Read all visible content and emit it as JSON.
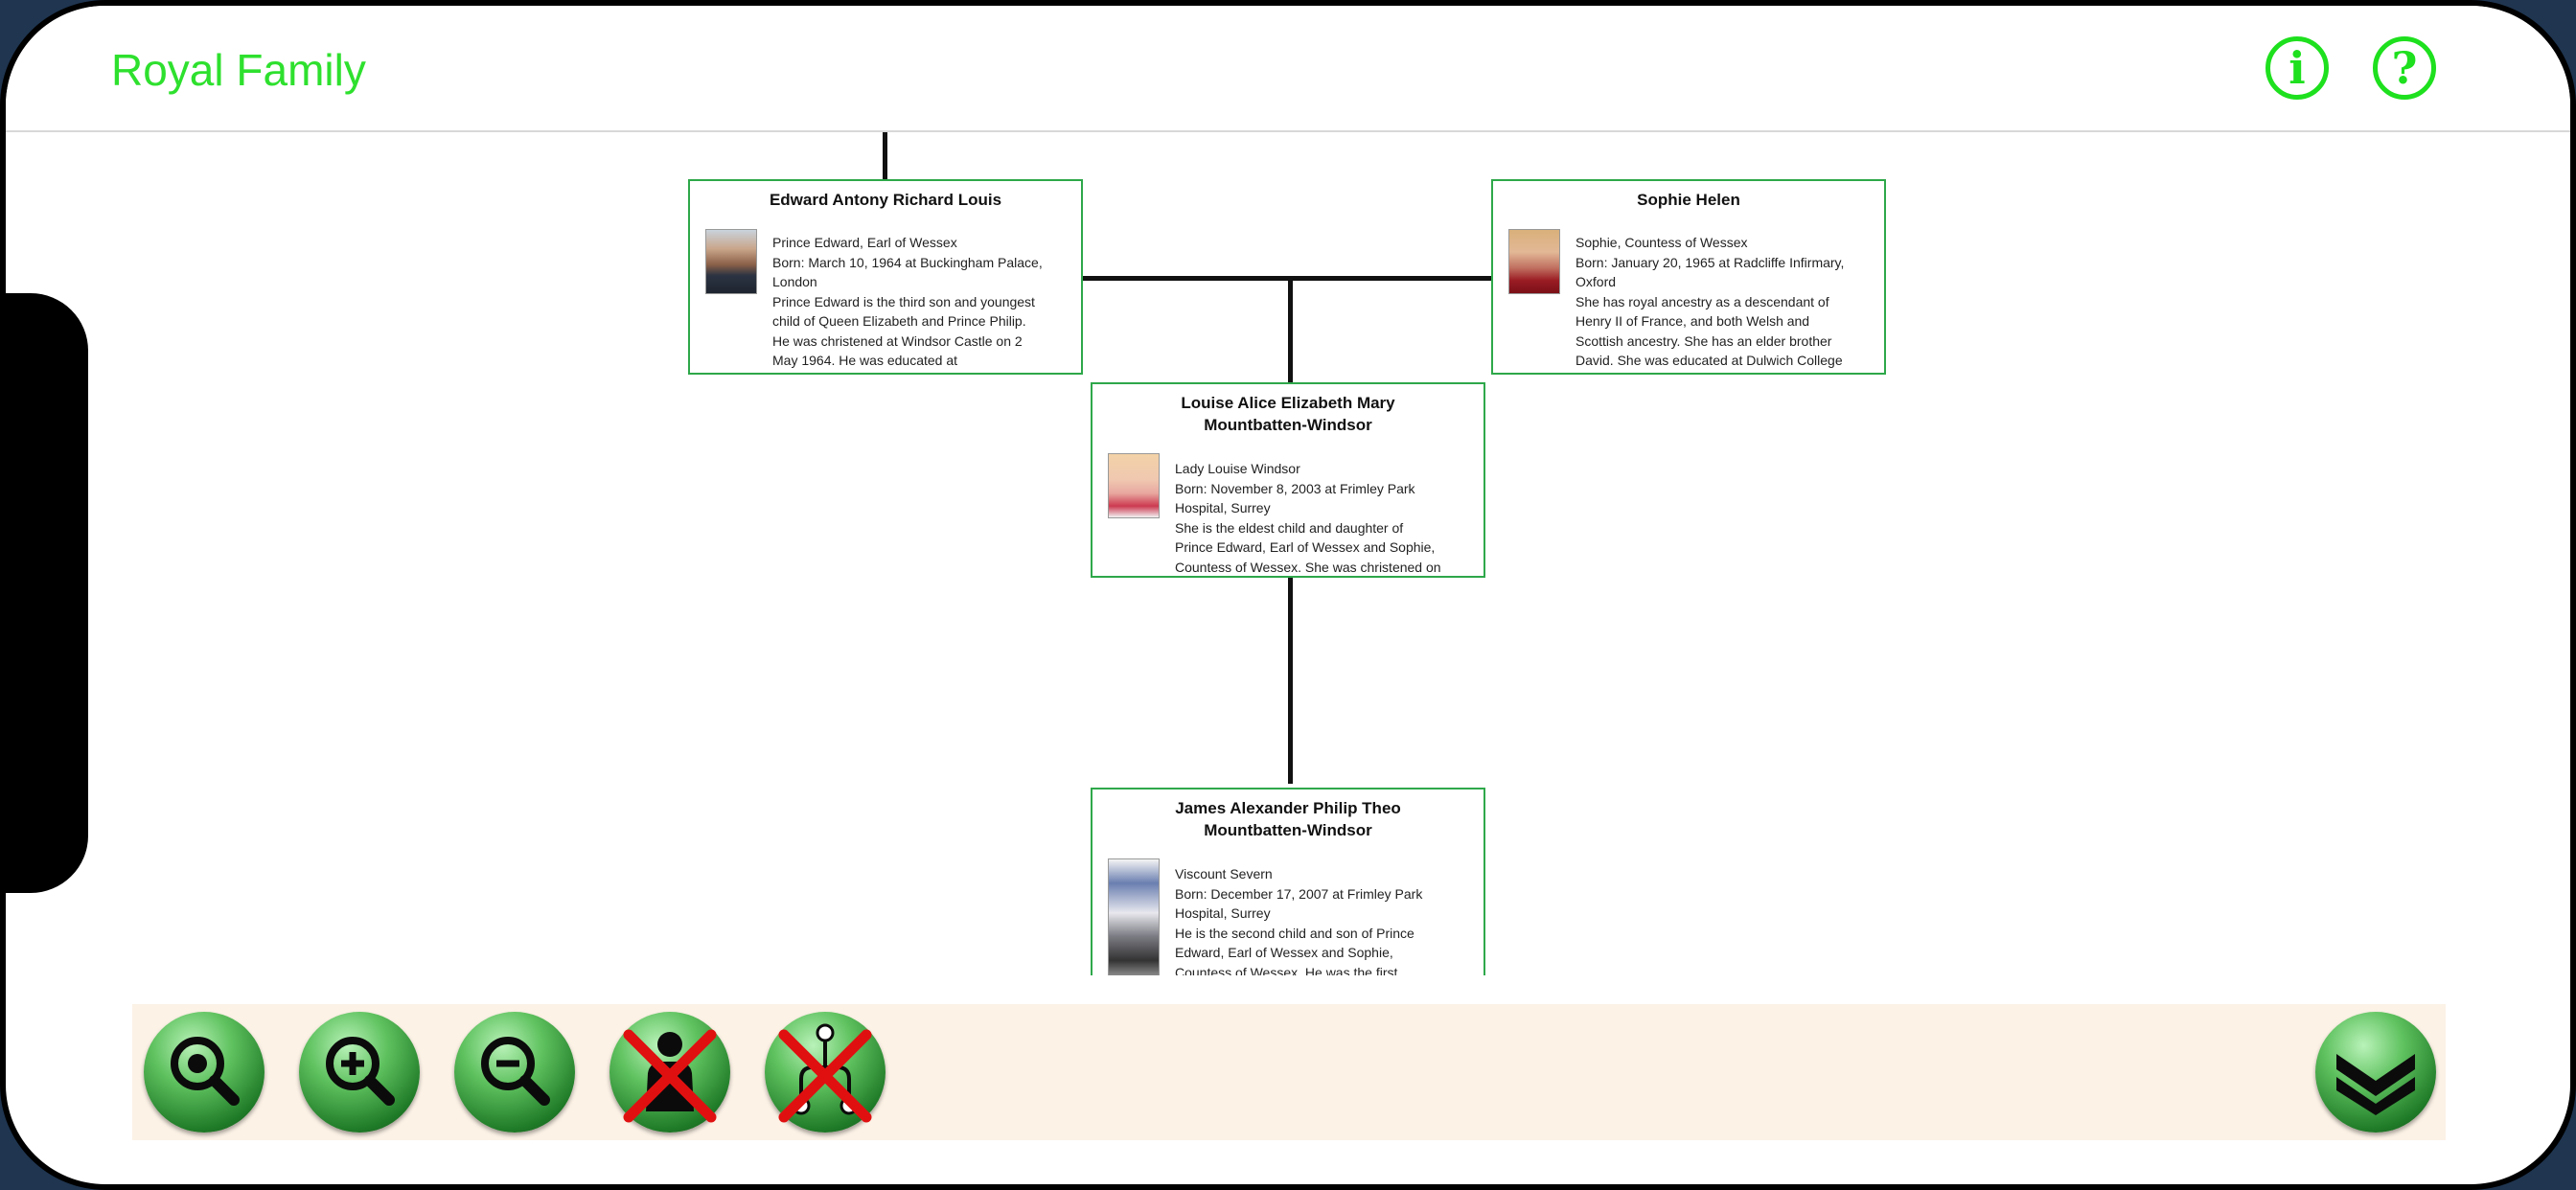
{
  "navbar": {
    "title": "Royal Family",
    "info_icon": "info-icon",
    "help_icon": "help-icon",
    "info_glyph": "i",
    "help_glyph": "?"
  },
  "tree": {
    "cards": [
      {
        "name": "Edward Antony Richard Louis",
        "lines": [
          "Prince Edward, Earl of Wessex",
          "Born: March 10, 1964 at Buckingham Palace,",
          "London",
          "Prince Edward is the third son and youngest",
          "child of Queen Elizabeth and Prince Philip.",
          "He was christened at Windsor Castle on 2",
          "May 1964. He was educated at"
        ]
      },
      {
        "name": "Sophie Helen",
        "lines": [
          "Sophie, Countess of Wessex",
          "Born: January 20, 1965 at Radcliffe Infirmary,",
          "Oxford",
          "She has royal ancestry as a descendant of",
          "Henry II of France, and both Welsh and",
          "Scottish ancestry. She has an elder brother",
          "David. She was educated at Dulwich College"
        ]
      },
      {
        "name": "Louise Alice Elizabeth Mary Mountbatten-Windsor",
        "lines": [
          "Lady Louise Windsor",
          "Born: November 8, 2003 at Frimley Park",
          "Hospital, Surrey",
          "She is the eldest child and daughter of",
          "Prince Edward, Earl of Wessex and Sophie,",
          "Countess of Wessex. She was  christened on"
        ]
      },
      {
        "name": "James Alexander Philip Theo Mountbatten-Windsor",
        "lines": [
          "Viscount Severn",
          "Born: December 17, 2007 at Frimley Park",
          "Hospital, Surrey",
          "He is the second child and son of Prince",
          "Edward, Earl of Wessex and Sophie,",
          "Countess of Wessex. He was the first"
        ]
      }
    ]
  },
  "toolbar": {
    "buttons": [
      {
        "icon": "zoom-fit-icon"
      },
      {
        "icon": "zoom-in-icon"
      },
      {
        "icon": "zoom-out-icon"
      },
      {
        "icon": "hide-person-icon"
      },
      {
        "icon": "hide-links-icon"
      },
      {
        "icon": "chevron-double-down-icon"
      }
    ]
  },
  "colors": {
    "accent": "#1ee01e",
    "card_border": "#2ea84a",
    "toolbar_bg": "#fcf2e6",
    "button_green": "#2f8f37",
    "cross_red": "#e01010"
  }
}
